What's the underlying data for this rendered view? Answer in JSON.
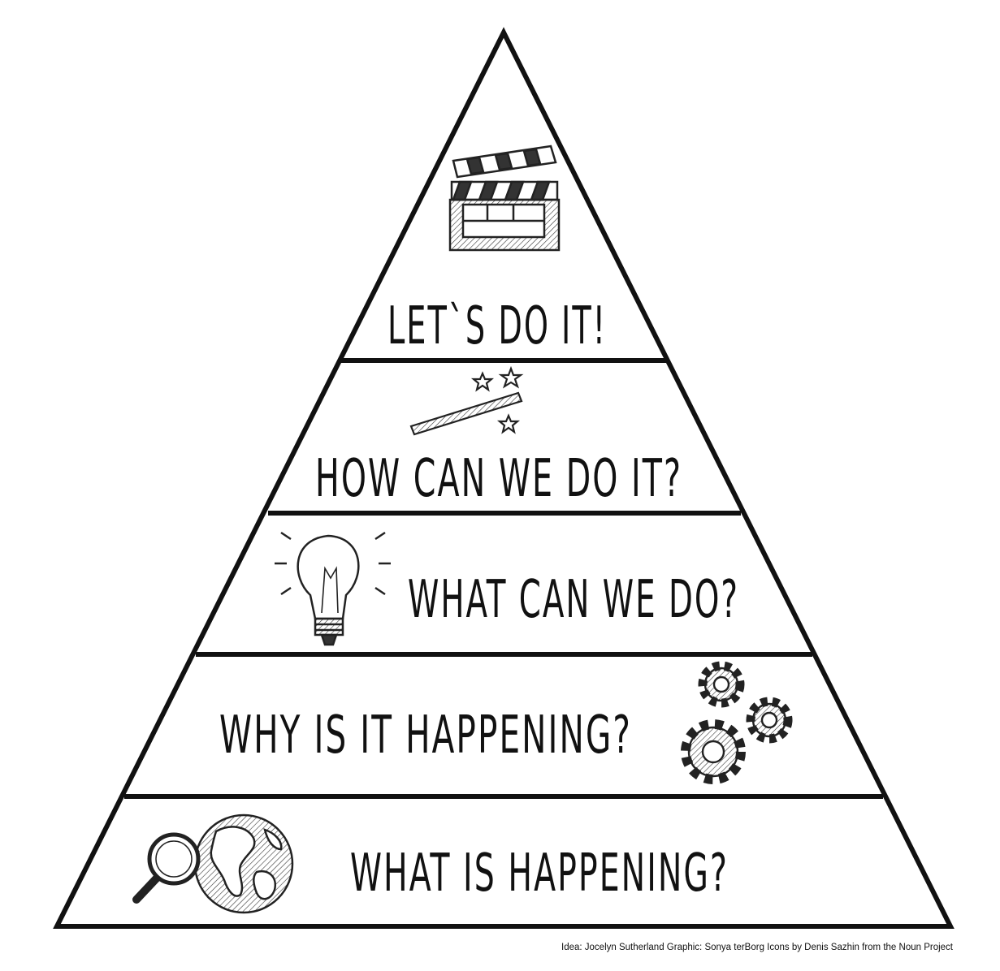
{
  "pyramid": {
    "levels": [
      {
        "label": "LET`S DO IT!",
        "icon": "clapperboard-icon"
      },
      {
        "label": "HOW CAN WE DO IT?",
        "icon": "magic-wand-icon"
      },
      {
        "label": "WHAT CAN WE DO?",
        "icon": "lightbulb-icon"
      },
      {
        "label": "WHY IS IT HAPPENING?",
        "icon": "gears-icon"
      },
      {
        "label": "WHAT IS HAPPENING?",
        "icon": "globe-magnifier-icon"
      }
    ]
  },
  "credit": "Idea: Jocelyn Sutherland  Graphic: Sonya terBorg Icons by Denis Sazhin from the Noun Project",
  "colors": {
    "stroke": "#111111",
    "background": "#ffffff"
  }
}
